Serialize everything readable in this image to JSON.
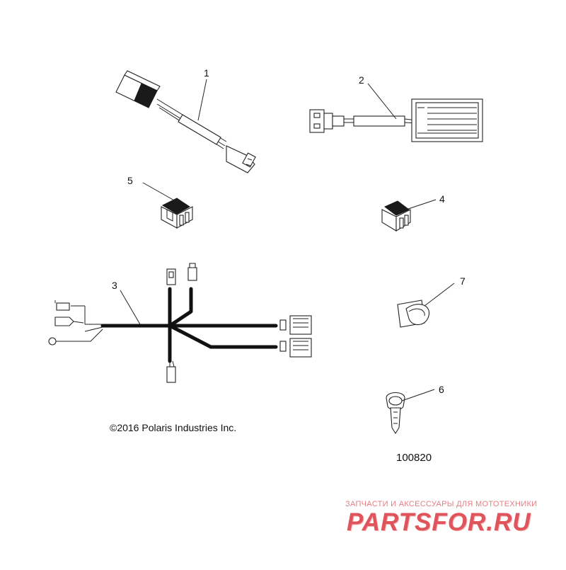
{
  "callouts": [
    "1",
    "2",
    "3",
    "4",
    "5",
    "6",
    "7"
  ],
  "copyright": "©2016 Polaris Industries Inc.",
  "drawing_number": "100820",
  "watermark": {
    "subtitle": "ЗАПЧАСТИ И АКСЕССУАРЫ ДЛЯ МОТОТЕХНИКИ",
    "logo": "PARTSFOR.RU",
    "color": "#e0545c"
  }
}
